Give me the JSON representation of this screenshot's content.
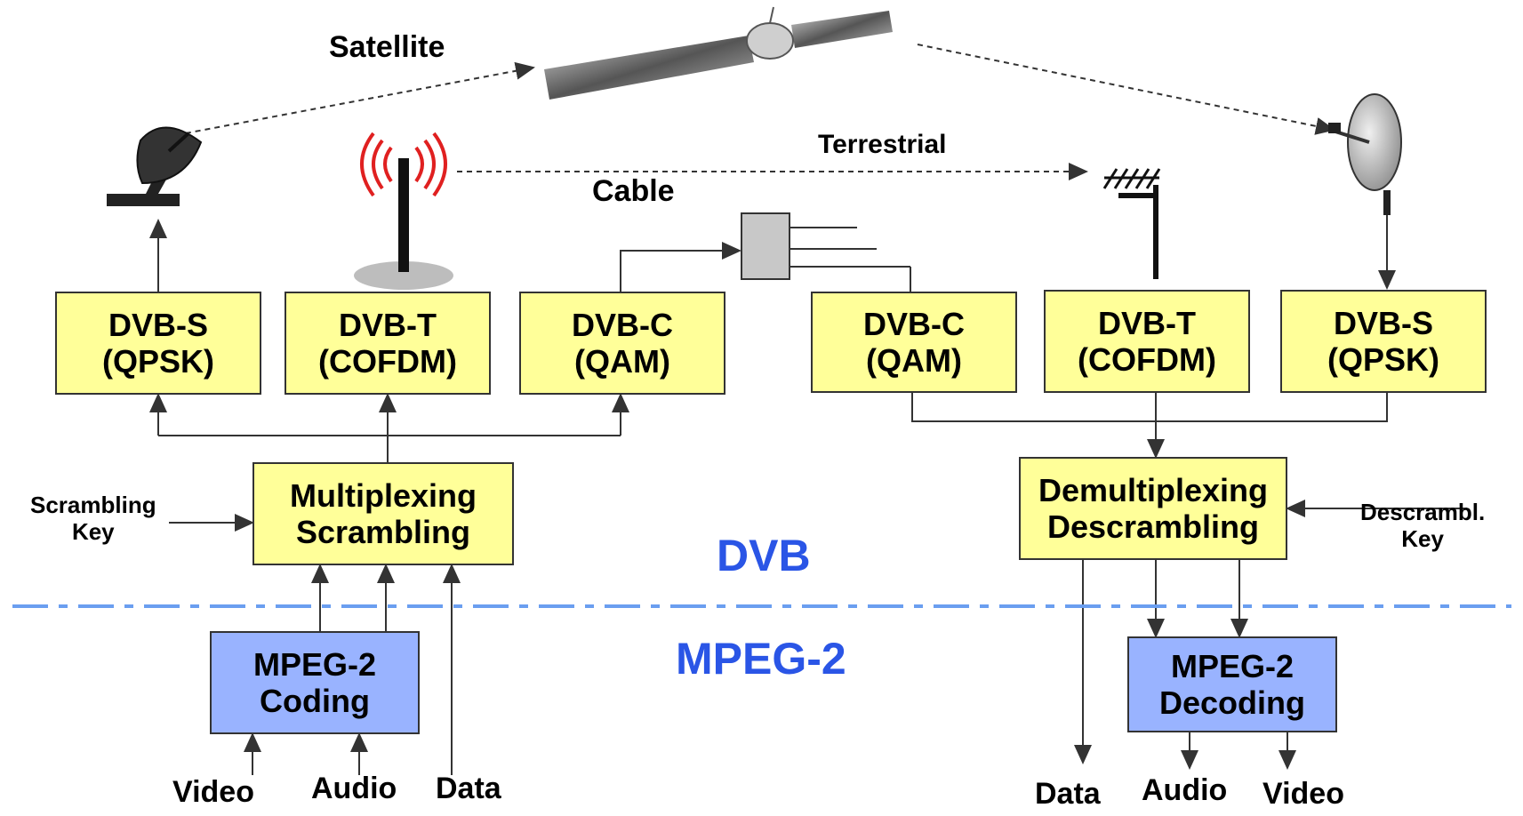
{
  "colors": {
    "signal_box": "#ffff99",
    "mpeg_box": "#99b3ff",
    "layer_label": "#2a55e6",
    "divider": "#6a9ef0",
    "radio_waves": "#e02020"
  },
  "channels": {
    "satellite": "Satellite",
    "terrestrial": "Terrestrial",
    "cable": "Cable"
  },
  "transmitter": {
    "dvb_s": {
      "line1": "DVB-S",
      "line2": "(QPSK)"
    },
    "dvb_t": {
      "line1": "DVB-T",
      "line2": "(COFDM)"
    },
    "dvb_c": {
      "line1": "DVB-C",
      "line2": "(QAM)"
    },
    "mux": {
      "line1": "Multiplexing",
      "line2": "Scrambling"
    },
    "key": {
      "line1": "Scrambling",
      "line2": "Key"
    },
    "coding": {
      "line1": "MPEG-2",
      "line2": "Coding"
    },
    "inputs": {
      "video": "Video",
      "audio": "Audio",
      "data": "Data"
    }
  },
  "receiver": {
    "dvb_c": {
      "line1": "DVB-C",
      "line2": "(QAM)"
    },
    "dvb_t": {
      "line1": "DVB-T",
      "line2": "(COFDM)"
    },
    "dvb_s": {
      "line1": "DVB-S",
      "line2": "(QPSK)"
    },
    "demux": {
      "line1": "Demultiplexing",
      "line2": "Descrambling"
    },
    "key": {
      "line1": "Descrambl.",
      "line2": "Key"
    },
    "decoding": {
      "line1": "MPEG-2",
      "line2": "Decoding"
    },
    "outputs": {
      "data": "Data",
      "audio": "Audio",
      "video": "Video"
    }
  },
  "layers": {
    "dvb": "DVB",
    "mpeg": "MPEG-2"
  },
  "icons": [
    "uplink-dish-icon",
    "transmitter-tower-icon",
    "satellite-icon",
    "tv-antenna-icon",
    "receiver-dish-icon",
    "cable-splitter-icon"
  ]
}
